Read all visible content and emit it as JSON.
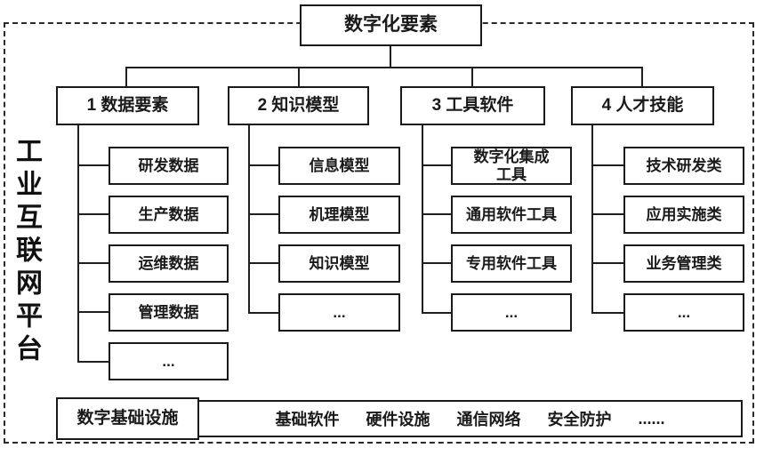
{
  "diagram": {
    "root_label": "数字化要素",
    "platform_label": "工业互联网平台",
    "columns": [
      {
        "header": "1 数据要素",
        "items": [
          "研发数据",
          "生产数据",
          "运维数据",
          "管理数据",
          "..."
        ]
      },
      {
        "header": "2 知识模型",
        "items": [
          "信息模型",
          "机理模型",
          "知识模型",
          "..."
        ]
      },
      {
        "header": "3 工具软件",
        "items": [
          "数字化集成\n工具",
          "通用软件工具",
          "专用软件工具",
          "..."
        ]
      },
      {
        "header": "4 人才技能",
        "items": [
          "技术研发类",
          "应用实施类",
          "业务管理类",
          "..."
        ]
      }
    ],
    "infrastructure": {
      "label": "数字基础设施",
      "items": [
        "基础软件",
        "硬件设施",
        "通信网络",
        "安全防护",
        "......"
      ]
    }
  },
  "colors": {
    "line": "#1f1f1f",
    "border": "#1a1a1a",
    "background": "#ffffff",
    "text": "#1a1a1a"
  }
}
